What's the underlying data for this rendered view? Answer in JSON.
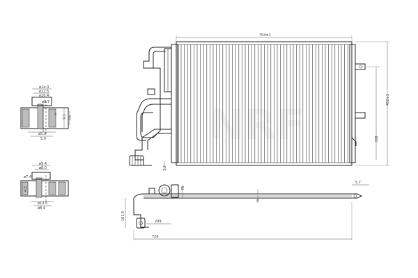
{
  "title": "",
  "dimensions": {
    "core_width": "704±1",
    "core_height": "452±1",
    "side_height": "338",
    "side_small": "3.2",
    "bottom_length": "726",
    "bottom_mid": "9",
    "bottom_inner": "209",
    "left_height": "101.5",
    "right_small": "5.7",
    "bracket_small": "76"
  },
  "detail_top": {
    "dims": [
      "ø14.0",
      "ø12.5",
      "ø10.4",
      "ø8.7",
      "9.1",
      "7.5",
      "ø5.0",
      "5.0",
      "4"
    ]
  },
  "detail_bottom": {
    "dims": [
      "ø9.4",
      "ø8.0",
      "ø7.4",
      "4.5",
      "ø10.5",
      "ø8.4"
    ]
  },
  "colors": {
    "line": "#222222",
    "hatch": "#bdbdbd",
    "background": "#ffffff"
  }
}
